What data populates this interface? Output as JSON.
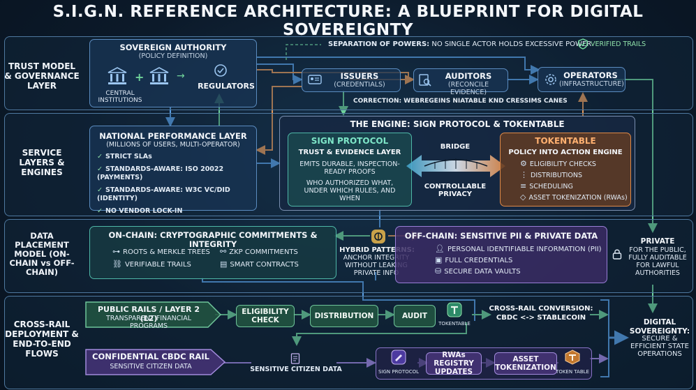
{
  "title": "S.I.G.N. REFERENCE ARCHITECTURE: A BLUEPRINT FOR DIGITAL SOVEREIGNTY",
  "layers": {
    "trust": "TRUST MODEL & GOVERNANCE LAYER",
    "service": "SERVICE LAYERS & ENGINES",
    "data": "DATA PLACEMENT MODEL (ON-CHAIN vs OFF-CHAIN)",
    "crossrail": "CROSS-RAIL DEPLOYMENT & END-TO-END FLOWS"
  },
  "trust": {
    "sovereign_title": "SOVEREIGN AUTHORITY",
    "sovereign_sub": "(POLICY DEFINITION)",
    "central": "CENTRAL INSTITUTIONS",
    "regulators": "REGULATORS",
    "separation_bold": "SEPARATION OF POWERS:",
    "separation_text": "NO SINGLE ACTOR HOLDS EXCESSIVE POWER",
    "verified": "VERIFIED TRAILS",
    "issuers_title": "ISSUERS",
    "issuers_sub": "(CREDENTIALS)",
    "auditors_title": "AUDITORS",
    "auditors_sub": "(RECONCILE EVIDENCE)",
    "operators_title": "OPERATORS",
    "operators_sub": "(INFRASTRUCTURE)",
    "correction": "CORRECTION: WEBREGEINS NIATABLE KND CRESSIMS CANES"
  },
  "service": {
    "national_title": "NATIONAL PERFORMANCE LAYER",
    "national_sub": "(MILLIONS OF USERS, MULTI-OPERATOR)",
    "items": [
      "STRICT SLAs",
      "STANDARDS-AWARE: ISO 20022 (PAYMENTS)",
      "STANDARDS-AWARE: W3C VC/DID (IDENTITY)",
      "NO VENDOR LOCK-IN"
    ],
    "engine_title": "THE ENGINE: SIGN PROTOCOL & TOKENTABLE",
    "sign_title": "SIGN PROTOCOL",
    "sign_sub": "TRUST & EVIDENCE LAYER",
    "sign_line1": "EMITS DURABLE, INSPECTION-READY PROOFS",
    "sign_line2": "WHO AUTHORIZED WHAT, UNDER WHICH RULES, AND WHEN",
    "bridge": "BRIDGE",
    "controllable": "CONTROLLABLE PRIVACY",
    "token_title": "TOKENTABLE",
    "token_sub": "POLICY INTO ACTION ENGINE",
    "token_items": [
      "ELIGIBILITY CHECKS",
      "DISTRIBUTIONS",
      "SCHEDULING",
      "ASSET TOKENIZATION (RWAs)"
    ]
  },
  "data": {
    "onchain_title": "ON-CHAIN: CRYPTOGRAPHIC COMMITMENTS & INTEGRITY",
    "onchain_items": [
      "ROOTS & MERKLE TREES",
      "ZKP COMMITMENTS",
      "VERIFIABLE TRAILS",
      "SMART CONTRACTS"
    ],
    "hybrid_title": "HYBRID PATTERNS:",
    "hybrid_text": "ANCHOR INTEGRITY WITHOUT LEAKING PRIVATE INFO",
    "offchain_title": "OFF-CHAIN: SENSITIVE PII & PRIVATE DATA",
    "offchain_items": [
      "PERSONAL IDENTIFIABLE INFORMATION (PII)",
      "FULL CREDENTIALS",
      "SECURE DATA VAULTS"
    ],
    "private_title": "PRIVATE",
    "private_text": "FOR THE PUBLIC, FULLY AUDITABLE FOR LAWFUL AUTHORITIES"
  },
  "crossrail": {
    "public_title": "PUBLIC RAILS / LAYER 2 (L2)",
    "public_sub": "TRANSPARENT FINANCIAL PROGRAMS",
    "eligibility": "ELIGIBILITY CHECK",
    "distribution": "DISTRIBUTION",
    "audit": "AUDIT",
    "tokentable_small": "TOKENTABLE",
    "conversion_title": "CROSS-RAIL CONVERSION:",
    "conversion_text": "CBDC <-> STABLECOIN",
    "cbdc_title": "CONFIDENTIAL CBDC RAIL",
    "cbdc_sub": "SENSITIVE CITIZEN DATA",
    "sensitive": "SENSITIVE CITIZEN DATA",
    "sign_small": "SIGN PROTOCOL",
    "rwa": "RWAs REGISTRY UPDATES",
    "asset": "ASSET TOKENIZATION",
    "tokentable2": "TOKEN TABLE",
    "sovereignty_title": "DIGITAL SOVEREIGNTY:",
    "sovereignty_text": "SECURE & EFFICIENT STATE OPERATIONS"
  }
}
